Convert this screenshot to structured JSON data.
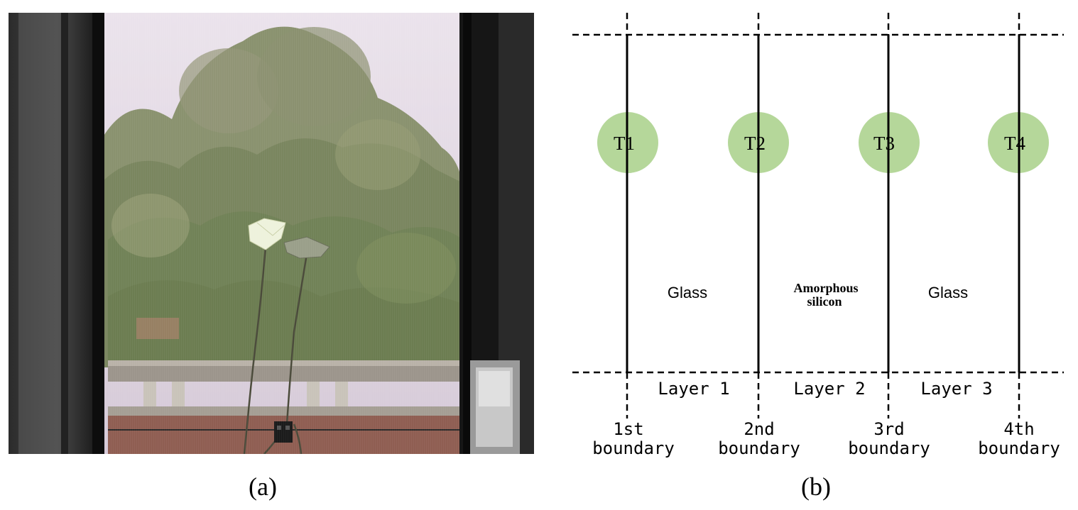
{
  "captions": {
    "a": "(a)",
    "b": "(b)"
  },
  "diagram": {
    "thermocouples": [
      "T1",
      "T2",
      "T3",
      "T4"
    ],
    "regions": [
      "Glass",
      "Amorphous silicon",
      "Glass"
    ],
    "region_lines": {
      "amorphous_line1": "Amorphous",
      "amorphous_line2": "silicon"
    },
    "layers": [
      "Layer 1",
      "Layer 2",
      "Layer 3"
    ],
    "boundaries": [
      {
        "ordinal": "1st",
        "word": "boundary"
      },
      {
        "ordinal": "2nd",
        "word": "boundary"
      },
      {
        "ordinal": "3rd",
        "word": "boundary"
      },
      {
        "ordinal": "4th",
        "word": "boundary"
      }
    ]
  },
  "colors": {
    "sensor_fill": "#b5d79a",
    "line": "#000000",
    "window_frame": "#1a1a1a",
    "sky": "#e9e6ea",
    "foliage": "#6b8a4a",
    "railing": "#8e8a84",
    "wall": "#8f5e52"
  }
}
